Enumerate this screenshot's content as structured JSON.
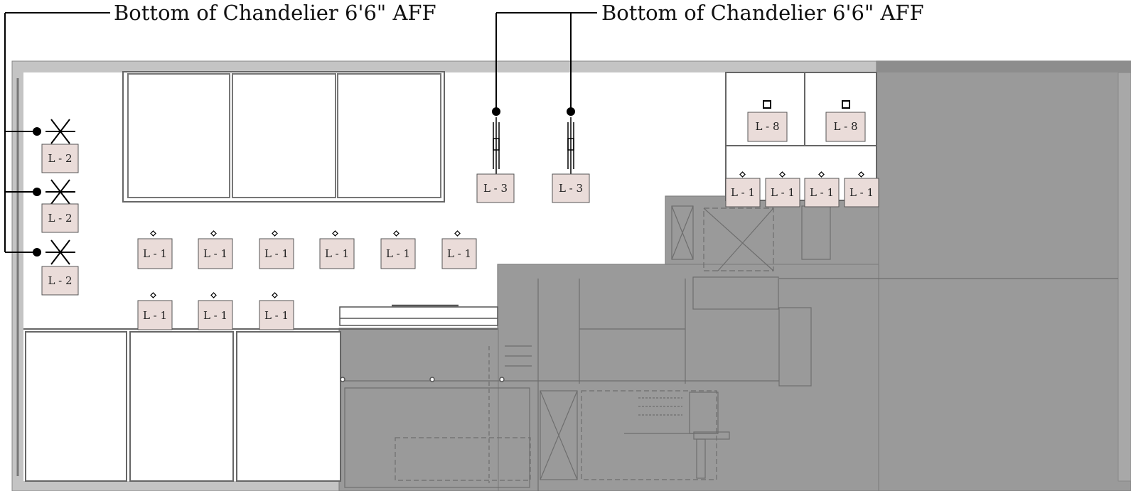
{
  "callouts": {
    "left": "Bottom of Chandelier 6'6\" AFF",
    "right": "Bottom of Chandelier 6'6\" AFF"
  },
  "tags": {
    "L1": "L - 1",
    "L2": "L - 2",
    "L3": "L - 3",
    "L8": "L - 8"
  },
  "colors": {
    "tag_fill": "#eadcd9",
    "wall": "#a0a0a0",
    "shaded_area": "#999999",
    "line": "#000000"
  }
}
